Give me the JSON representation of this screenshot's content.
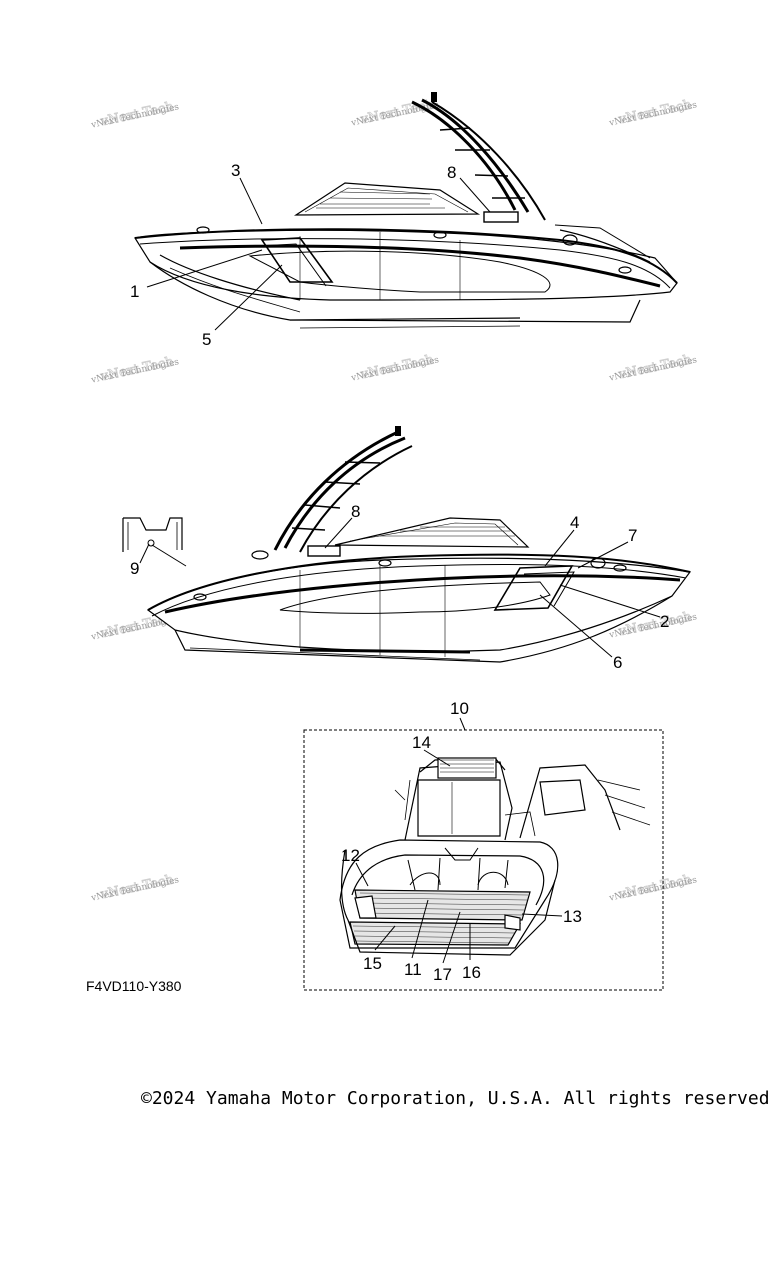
{
  "watermark_text": "vNext Technologies",
  "callouts": [
    "1",
    "2",
    "3",
    "4",
    "5",
    "6",
    "7",
    "8",
    "8",
    "9",
    "10",
    "11",
    "12",
    "13",
    "14",
    "15",
    "16",
    "17"
  ],
  "figure_code": "F4VD110-Y380",
  "copyright": "©2024 Yamaha Motor Corporation, U.S.A. All rights reserved."
}
